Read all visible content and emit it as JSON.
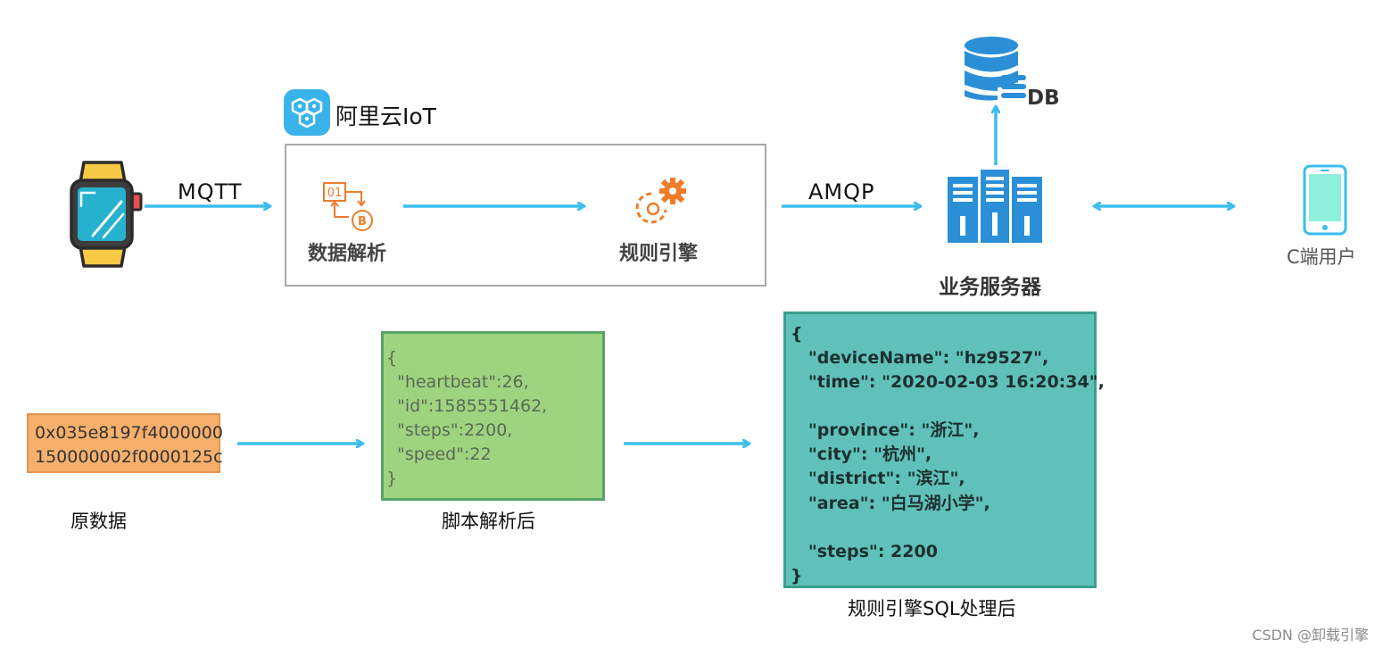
{
  "platform": {
    "title": "阿里云IoT"
  },
  "protocols": {
    "left": "MQTT",
    "right": "AMQP"
  },
  "steps": {
    "parse": "数据解析",
    "rules": "规则引擎"
  },
  "db": {
    "label": "DB"
  },
  "server": {
    "label": "业务服务器"
  },
  "client": {
    "label": "C端用户"
  },
  "raw": {
    "lines": [
      "0x035e8197f4000000",
      "150000002f0000125c"
    ],
    "caption": "原数据"
  },
  "parsed": {
    "lines": [
      "{",
      "  \"heartbeat\":26,",
      "  \"id\":1585551462,",
      "  \"steps\":2200,",
      "  \"speed\":22",
      "}"
    ],
    "caption": "脚本解析后"
  },
  "sql": {
    "lines": [
      "{",
      "   \"deviceName\": \"hz9527\",",
      "   \"time\": \"2020-02-03 16:20:34\",",
      "",
      "   \"province\": \"浙江\",",
      "   \"city\": \"杭州\",",
      "   \"district\": \"滨江\",",
      "   \"area\": \"白马湖小学\",",
      "",
      "   \"steps\": 2200",
      "}"
    ],
    "caption": "规则引擎SQL处理后"
  },
  "watermark": "CSDN @卸载引擎",
  "colors": {
    "arrow": "#3bbdee",
    "frame": "#a8a8a8",
    "orange_icon": "#f07c2a",
    "server_blue": "#2b8fd8",
    "raw_fill": "#f6b06c",
    "parsed_fill": "#9ed37f",
    "sql_fill": "#5fc1b9"
  },
  "icons": [
    "smartwatch-icon",
    "aliyun-iot-logo-icon",
    "data-parse-icon",
    "rule-engine-gear-icon",
    "database-icon",
    "server-icon",
    "smartphone-icon"
  ]
}
